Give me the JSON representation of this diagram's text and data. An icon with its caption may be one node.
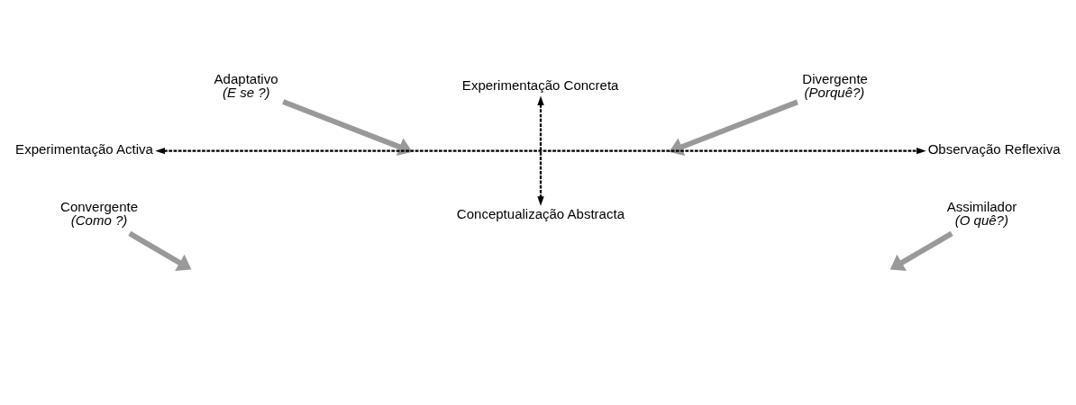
{
  "diagram": {
    "nodes": [
      {
        "text": [
          "Experimentação Concreta"
        ]
      },
      {
        "text": [
          "Adaptativo",
          "(E se ?)"
        ]
      },
      {
        "text": [
          "Divergente",
          "(Porquê?)"
        ]
      },
      {
        "text": [
          "Experimentação Activa"
        ]
      },
      {
        "text": [
          "Observação Reflexiva"
        ]
      },
      {
        "text": [
          "Convergente",
          "(Como ?)"
        ]
      },
      {
        "text": [
          "Assimilador",
          "(O quê?)"
        ]
      },
      {
        "text": [
          "Conceptualização Abstracta"
        ]
      }
    ],
    "edges": [
      {
        "from": 1,
        "to": null,
        "arrow": "to"
      },
      {
        "from": 2,
        "to": null,
        "arrow": "to"
      },
      {
        "from": 3,
        "to": 4,
        "arrow": "both",
        "style": "dashed",
        "color": "#000000"
      },
      {
        "from": 0,
        "to": 7,
        "arrow": "both",
        "style": "dashed",
        "color": "#000000"
      },
      {
        "from": 5,
        "to": null,
        "arrow": "to"
      },
      {
        "from": 6,
        "to": null,
        "arrow": "to"
      }
    ]
  }
}
